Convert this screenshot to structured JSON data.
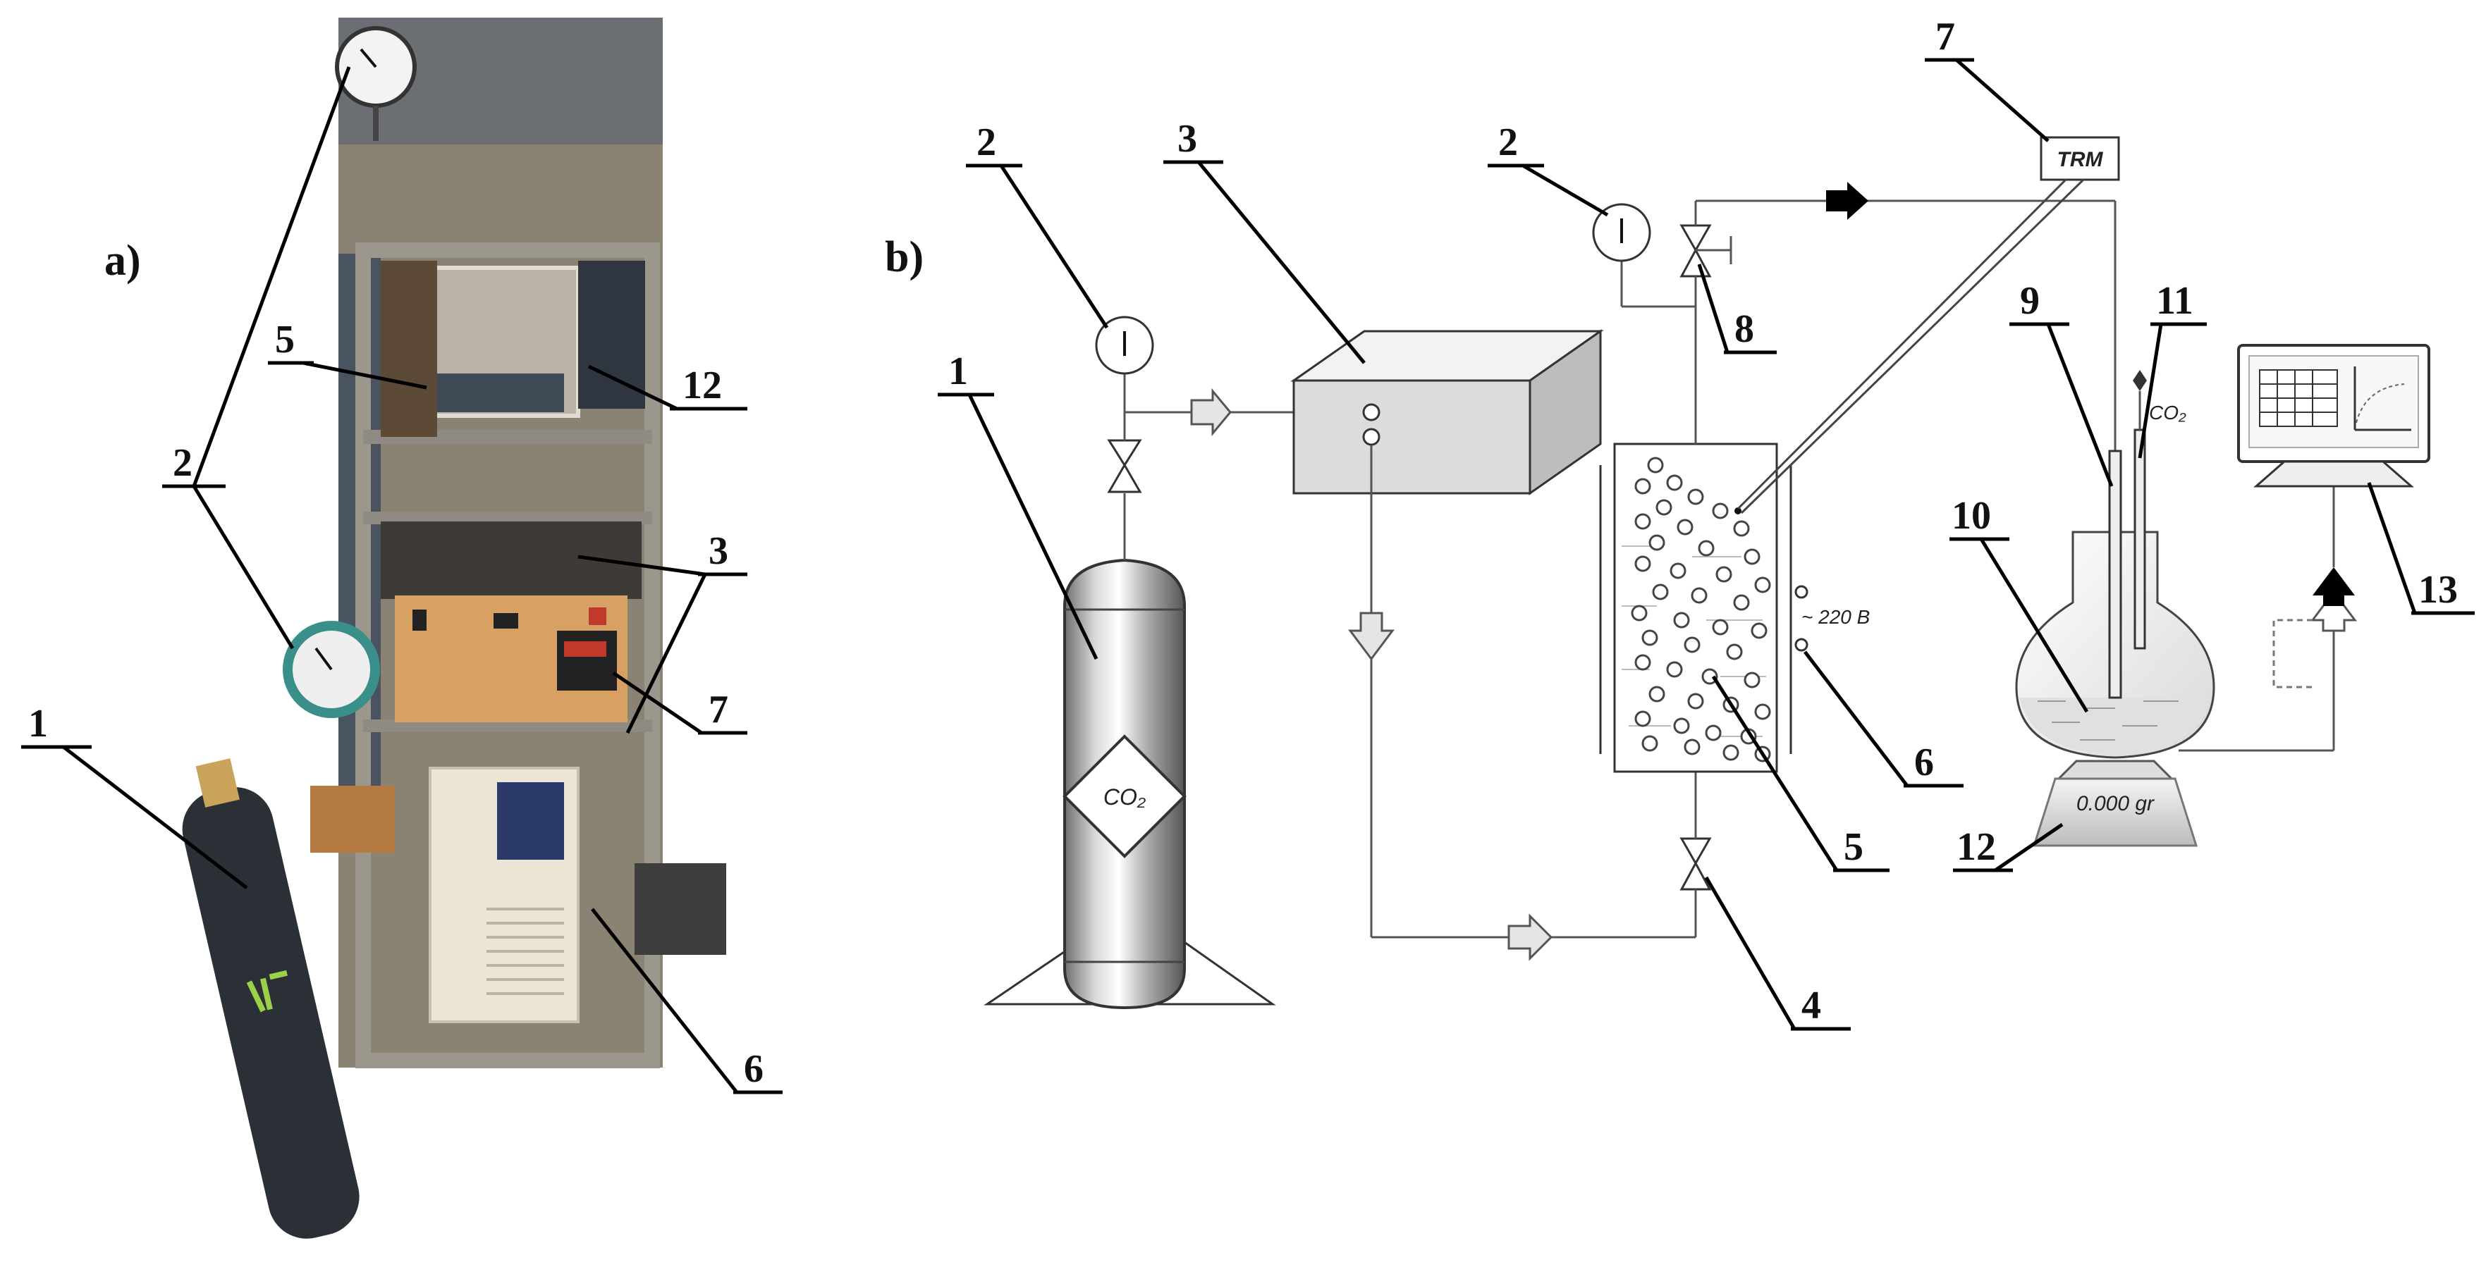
{
  "panels": {
    "a_label": "a)",
    "b_label": "b)"
  },
  "panel_a": {
    "callouts": [
      "1",
      "2",
      "3",
      "5",
      "6",
      "7",
      "12"
    ]
  },
  "panel_b": {
    "callouts": [
      "1",
      "2",
      "3",
      "2",
      "4",
      "5",
      "6",
      "7",
      "8",
      "9",
      "10",
      "11",
      "12",
      "13"
    ],
    "cylinder_text": "CO₂",
    "heater_text": "~ 220 B",
    "trm_text": "TRM",
    "gas_out_text": "CO₂",
    "balance_text": "0.000 gr"
  }
}
